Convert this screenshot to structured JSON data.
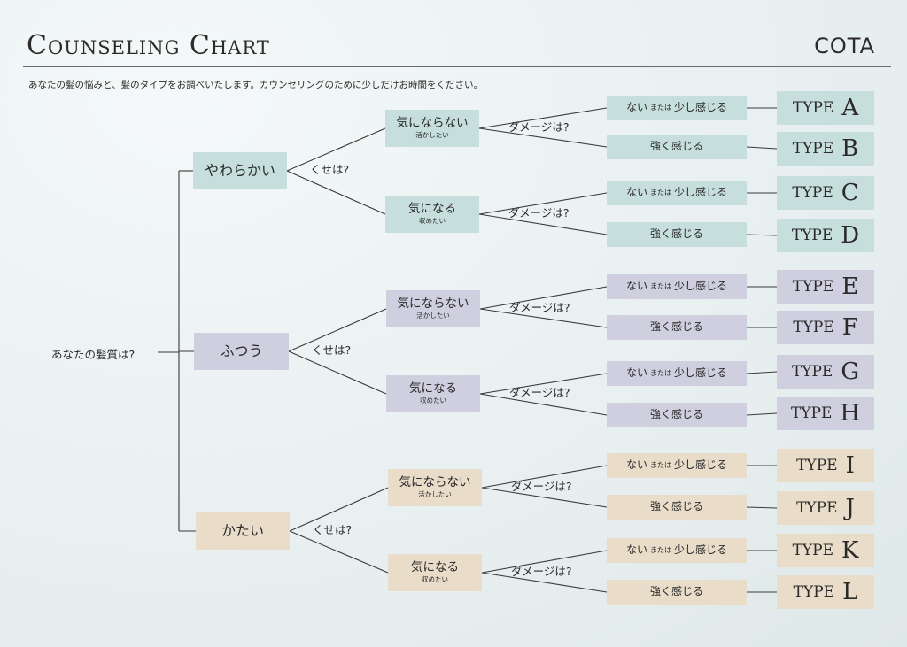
{
  "header": {
    "title": "Counseling Chart",
    "brand": "COTA",
    "subtitle": "あなたの髪の悩みと、髪のタイプをお調べいたします。カウンセリングのために少しだけお時間をください。"
  },
  "root_question": "あなたの髪質は?",
  "curl_question": "くせは?",
  "damage_question": "ダメージは?",
  "colors": {
    "soft": "#c6dfdc",
    "normal": "#cfcfe0",
    "hard": "#e9dcc8",
    "line": "#3a3a3a"
  },
  "hair_types": [
    {
      "label": "やわらかい",
      "concerns": [
        {
          "label": "気にならない",
          "sub": "活かしたい",
          "outcomes": [
            {
              "a": "ない",
              "mata": "または",
              "b": "少し感じる",
              "type_word": "TYPE",
              "type_letter": "A"
            },
            {
              "a": "強く感じる",
              "mata": "",
              "b": "",
              "type_word": "TYPE",
              "type_letter": "B"
            }
          ]
        },
        {
          "label": "気になる",
          "sub": "収めたい",
          "outcomes": [
            {
              "a": "ない",
              "mata": "または",
              "b": "少し感じる",
              "type_word": "TYPE",
              "type_letter": "C"
            },
            {
              "a": "強く感じる",
              "mata": "",
              "b": "",
              "type_word": "TYPE",
              "type_letter": "D"
            }
          ]
        }
      ]
    },
    {
      "label": "ふつう",
      "concerns": [
        {
          "label": "気にならない",
          "sub": "活かしたい",
          "outcomes": [
            {
              "a": "ない",
              "mata": "または",
              "b": "少し感じる",
              "type_word": "TYPE",
              "type_letter": "E"
            },
            {
              "a": "強く感じる",
              "mata": "",
              "b": "",
              "type_word": "TYPE",
              "type_letter": "F"
            }
          ]
        },
        {
          "label": "気になる",
          "sub": "収めたい",
          "outcomes": [
            {
              "a": "ない",
              "mata": "または",
              "b": "少し感じる",
              "type_word": "TYPE",
              "type_letter": "G"
            },
            {
              "a": "強く感じる",
              "mata": "",
              "b": "",
              "type_word": "TYPE",
              "type_letter": "H"
            }
          ]
        }
      ]
    },
    {
      "label": "かたい",
      "concerns": [
        {
          "label": "気にならない",
          "sub": "活かしたい",
          "outcomes": [
            {
              "a": "ない",
              "mata": "または",
              "b": "少し感じる",
              "type_word": "TYPE",
              "type_letter": "I"
            },
            {
              "a": "強く感じる",
              "mata": "",
              "b": "",
              "type_word": "TYPE",
              "type_letter": "J"
            }
          ]
        },
        {
          "label": "気になる",
          "sub": "収めたい",
          "outcomes": [
            {
              "a": "ない",
              "mata": "または",
              "b": "少し感じる",
              "type_word": "TYPE",
              "type_letter": "K"
            },
            {
              "a": "強く感じる",
              "mata": "",
              "b": "",
              "type_word": "TYPE",
              "type_letter": "L"
            }
          ]
        }
      ]
    }
  ]
}
